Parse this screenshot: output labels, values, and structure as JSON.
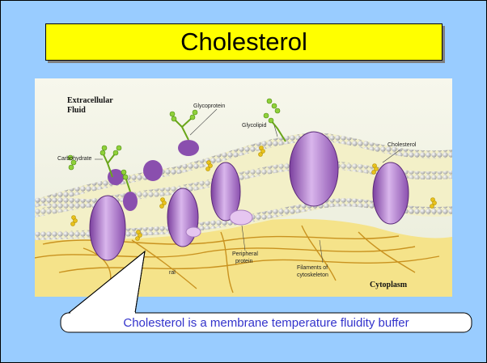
{
  "slide": {
    "title": "Cholesterol",
    "colors": {
      "background": "#99ccff",
      "title_fill": "#ffff00",
      "callout_text": "#3333cc"
    }
  },
  "diagram": {
    "labels": {
      "extracellular_line1": "Extracellular",
      "extracellular_line2": "Fluid",
      "glycoprotein": "Glycoprotein",
      "glycolipid": "Glycolipid",
      "carbohydrate": "Carbohydrate",
      "cholesterol": "Cholesterol",
      "peripheral_line1": "Peripheral",
      "peripheral_line2": "protein",
      "filaments_line1": "Filaments of",
      "filaments_line2": "cytoskeleton",
      "integral_partial": "ral",
      "cytoplasm": "Cytoplasm"
    }
  },
  "callout": {
    "text": "Cholesterol is a membrane temperature fluidity buffer"
  }
}
